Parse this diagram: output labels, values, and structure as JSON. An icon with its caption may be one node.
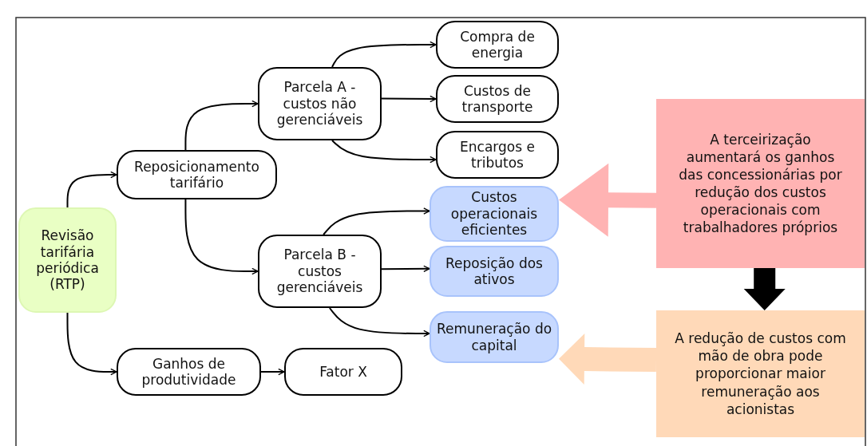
{
  "diagram": {
    "nodes": [
      {
        "text": [
          "Revisão tarifária periódica (RTP)"
        ]
      },
      {
        "text": [
          "Reposicionamento tarifário"
        ]
      },
      {
        "text": [
          "Parcela A - custos não gerenciáveis"
        ]
      },
      {
        "text": [
          "Compra de energia"
        ]
      },
      {
        "text": [
          "Custos de transporte"
        ]
      },
      {
        "text": [
          "Encargos e tributos"
        ]
      },
      {
        "text": [
          "Parcela B - custos gerenciáveis"
        ]
      },
      {
        "text": [
          "Custos operacionais eficientes"
        ]
      },
      {
        "text": [
          "Reposição dos ativos"
        ]
      },
      {
        "text": [
          "Remuneração do capital"
        ]
      },
      {
        "text": [
          "Ganhos de produtividade"
        ]
      },
      {
        "text": [
          "Fator X"
        ]
      },
      {
        "text": [
          "A terceirização aumentará os ganhos das concessionárias por redução dos custos operacionais com trabalhadores próprios"
        ]
      },
      {
        "text": [
          "A redução de custos com mão de obra pode proporcionar maior remuneração aos acionistas"
        ]
      }
    ],
    "edges": [
      {
        "from": 0,
        "to": 1,
        "arrow": "to"
      },
      {
        "from": 0,
        "to": 10,
        "arrow": "to"
      },
      {
        "from": 1,
        "to": 2,
        "arrow": "to"
      },
      {
        "from": 1,
        "to": 6,
        "arrow": "to"
      },
      {
        "from": 2,
        "to": 3,
        "arrow": "to"
      },
      {
        "from": 2,
        "to": 4,
        "arrow": "to"
      },
      {
        "from": 2,
        "to": 5,
        "arrow": "to"
      },
      {
        "from": 6,
        "to": 7,
        "arrow": "to"
      },
      {
        "from": 6,
        "to": 8,
        "arrow": "to"
      },
      {
        "from": 6,
        "to": 9,
        "arrow": "to"
      },
      {
        "from": 10,
        "to": 11,
        "arrow": "to"
      },
      {
        "from": 12,
        "to": 7,
        "arrow": "to",
        "style": "thick",
        "color": "#ffb3b3"
      },
      {
        "from": 12,
        "to": 13,
        "arrow": "to",
        "style": "thick"
      },
      {
        "from": 13,
        "to": 9,
        "arrow": "to",
        "style": "thick",
        "color": "#ffd9b8"
      }
    ]
  }
}
